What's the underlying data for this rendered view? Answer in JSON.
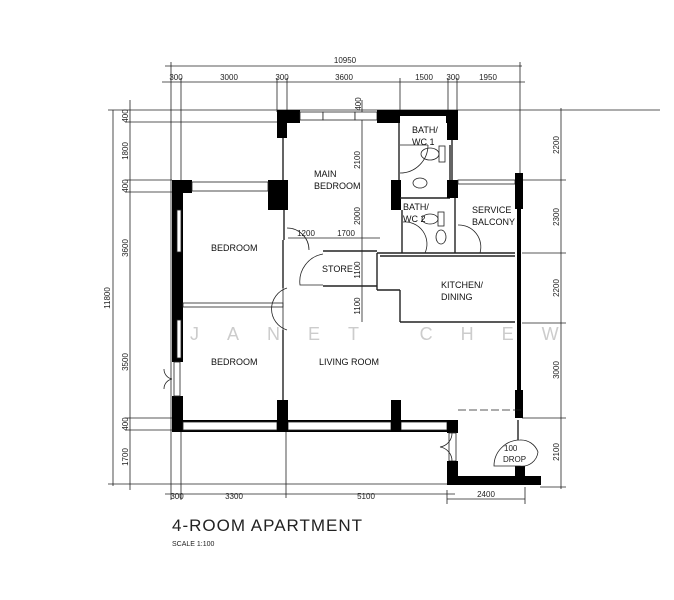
{
  "plan": {
    "title": "4-ROOM APARTMENT",
    "scale": "SCALE 1:100",
    "watermark": "JANET CHEW",
    "rooms": {
      "main_bedroom_1": "MAIN",
      "main_bedroom_2": "BEDROOM",
      "bath1_1": "BATH/",
      "bath1_2": "WC 1",
      "bath2_1": "BATH/",
      "bath2_2": "WC 2",
      "service_1": "SERVICE",
      "service_2": "BALCONY",
      "bedroom_a": "BEDROOM",
      "bedroom_b": "BEDROOM",
      "store": "STORE",
      "kitchen_1": "KITCHEN/",
      "kitchen_2": "DINING",
      "living": "LIVING ROOM",
      "drop_1": "100",
      "drop_2": "DROP"
    },
    "dimensions": {
      "top_total": "10950",
      "top": [
        "300",
        "3000",
        "300",
        "3600",
        "1500",
        "300",
        "1950"
      ],
      "top_window": "400",
      "left_total": "11800",
      "left": [
        "400",
        "1800",
        "400",
        "3600",
        "3500",
        "400",
        "1700"
      ],
      "right": [
        "2200",
        "2300",
        "2200",
        "3000",
        "2100"
      ],
      "bottom": [
        "300",
        "3300",
        "5100"
      ],
      "bottom_drop": "2400",
      "inner_main_bedroom": [
        "2100",
        "2000"
      ],
      "inner_store": [
        "1100",
        "1100"
      ],
      "inner_horizontal": [
        "1200",
        "1700"
      ]
    }
  }
}
